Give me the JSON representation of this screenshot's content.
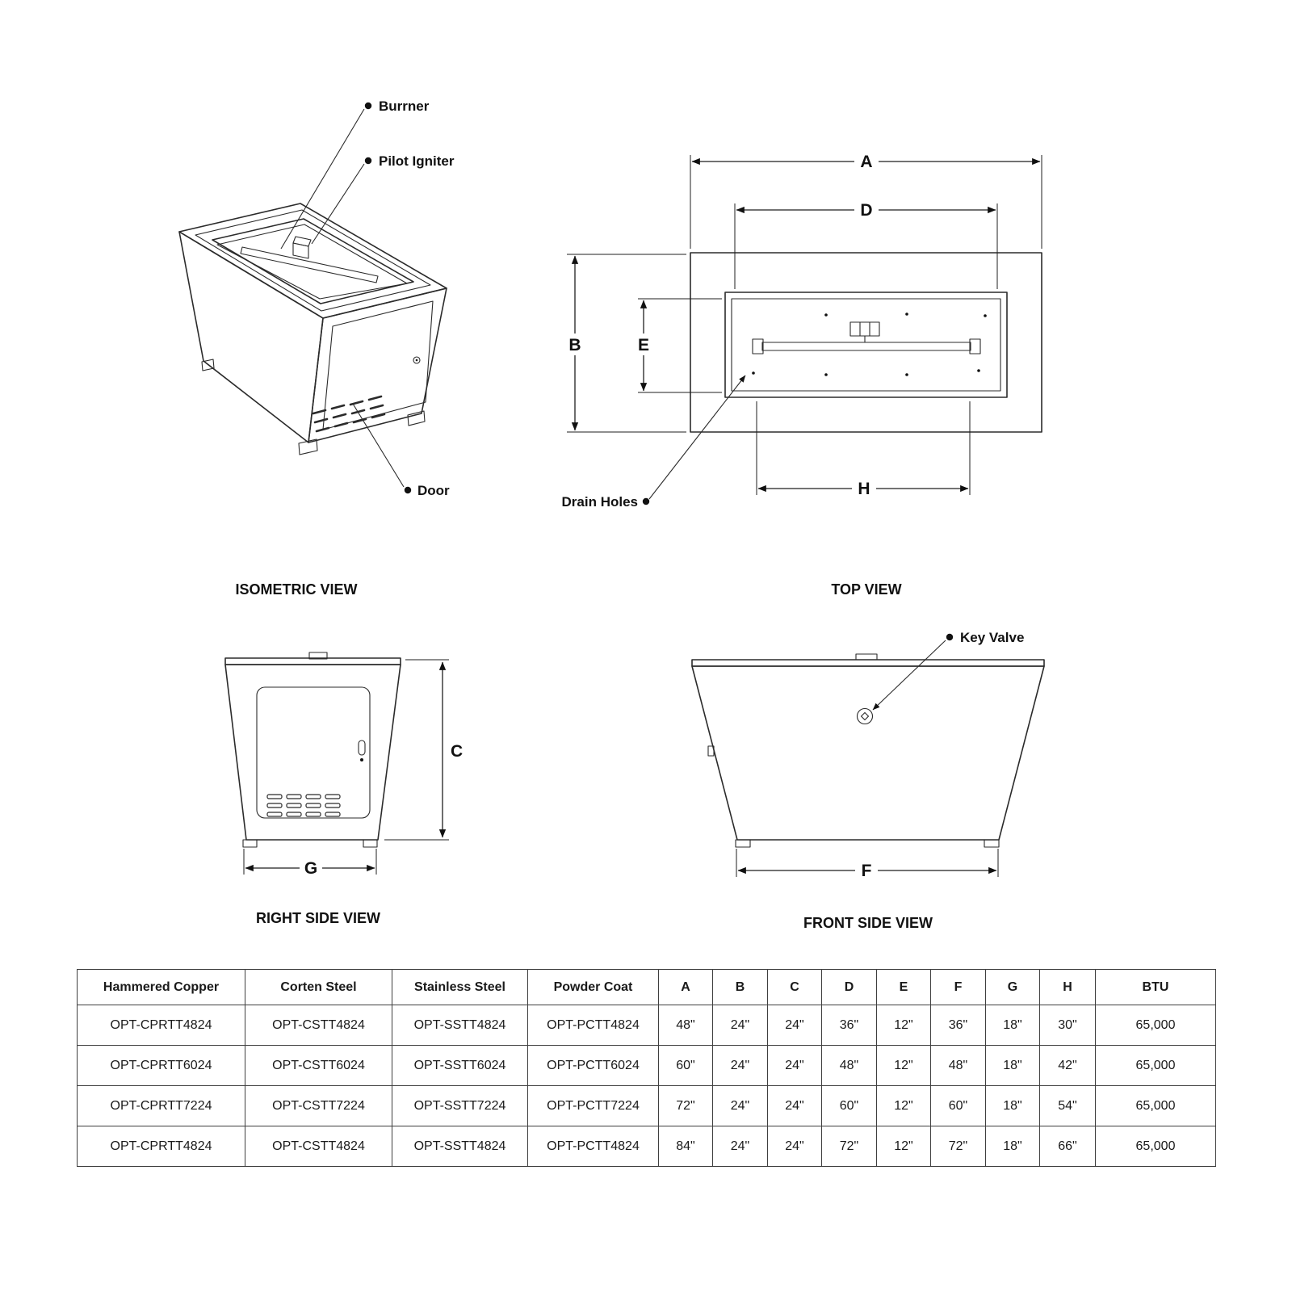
{
  "page": {
    "background": "#ffffff",
    "line_color": "#2b2b2b",
    "text_color": "#1a1a1a"
  },
  "views": {
    "isometric": {
      "caption": "ISOMETRIC VIEW",
      "labels": {
        "burner": "Burrner",
        "pilot_igniter": "Pilot Igniter",
        "door": "Door"
      }
    },
    "top": {
      "caption": "TOP VIEW",
      "labels": {
        "drain_holes": "Drain Holes"
      },
      "dims": {
        "a": "A",
        "b": "B",
        "d": "D",
        "e": "E",
        "h": "H"
      }
    },
    "right_side": {
      "caption": "RIGHT SIDE VIEW",
      "dims": {
        "c": "C",
        "g": "G"
      }
    },
    "front_side": {
      "caption": "FRONT SIDE VIEW",
      "labels": {
        "key_valve": "Key Valve"
      },
      "dims": {
        "f": "F"
      }
    }
  },
  "table": {
    "headers": [
      "Hammered Copper",
      "Corten Steel",
      "Stainless Steel",
      "Powder Coat",
      "A",
      "B",
      "C",
      "D",
      "E",
      "F",
      "G",
      "H",
      "BTU"
    ],
    "rows": [
      [
        "OPT-CPRTT4824",
        "OPT-CSTT4824",
        "OPT-SSTT4824",
        "OPT-PCTT4824",
        "48\"",
        "24\"",
        "24\"",
        "36\"",
        "12\"",
        "36\"",
        "18\"",
        "30\"",
        "65,000"
      ],
      [
        "OPT-CPRTT6024",
        "OPT-CSTT6024",
        "OPT-SSTT6024",
        "OPT-PCTT6024",
        "60\"",
        "24\"",
        "24\"",
        "48\"",
        "12\"",
        "48\"",
        "18\"",
        "42\"",
        "65,000"
      ],
      [
        "OPT-CPRTT7224",
        "OPT-CSTT7224",
        "OPT-SSTT7224",
        "OPT-PCTT7224",
        "72\"",
        "24\"",
        "24\"",
        "60\"",
        "12\"",
        "60\"",
        "18\"",
        "54\"",
        "65,000"
      ],
      [
        "OPT-CPRTT4824",
        "OPT-CSTT4824",
        "OPT-SSTT4824",
        "OPT-PCTT4824",
        "84\"",
        "24\"",
        "24\"",
        "72\"",
        "12\"",
        "72\"",
        "18\"",
        "66\"",
        "65,000"
      ]
    ]
  }
}
